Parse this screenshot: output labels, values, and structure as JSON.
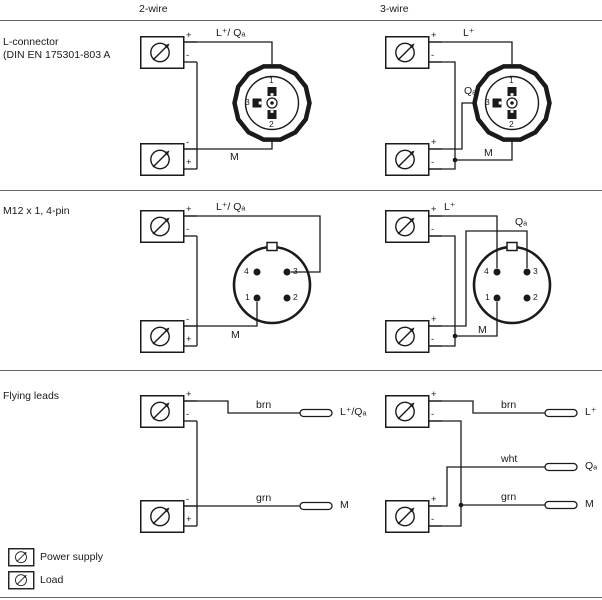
{
  "header": {
    "two_wire": "2-wire",
    "three_wire": "3-wire"
  },
  "row_labels": {
    "l_connector_line1": "L-connector",
    "l_connector_line2": "(DIN EN 175301-803 A",
    "m12": "M12 x 1, 4-pin",
    "flying_leads": "Flying leads"
  },
  "signals": {
    "l_plus": "L⁺",
    "qa": "Qₐ",
    "l_plus_qa_spaced": "L⁺/ Qₐ",
    "l_plus_qa": "L⁺/Qₐ",
    "m": "M"
  },
  "wire_colors": {
    "brn": "brn",
    "wht": "wht",
    "grn": "grn"
  },
  "polarity": {
    "plus": "+",
    "minus": "-"
  },
  "pins": {
    "din": {
      "p1": "1",
      "p2": "2",
      "p3": "3"
    },
    "m12": {
      "p1": "1",
      "p2": "2",
      "p3": "3",
      "p4": "4"
    }
  },
  "legend": {
    "power_supply": "Power supply",
    "load": "Load"
  },
  "colors": {
    "line": "#1a1a1a",
    "divider": "#666666",
    "background": "#ffffff"
  }
}
